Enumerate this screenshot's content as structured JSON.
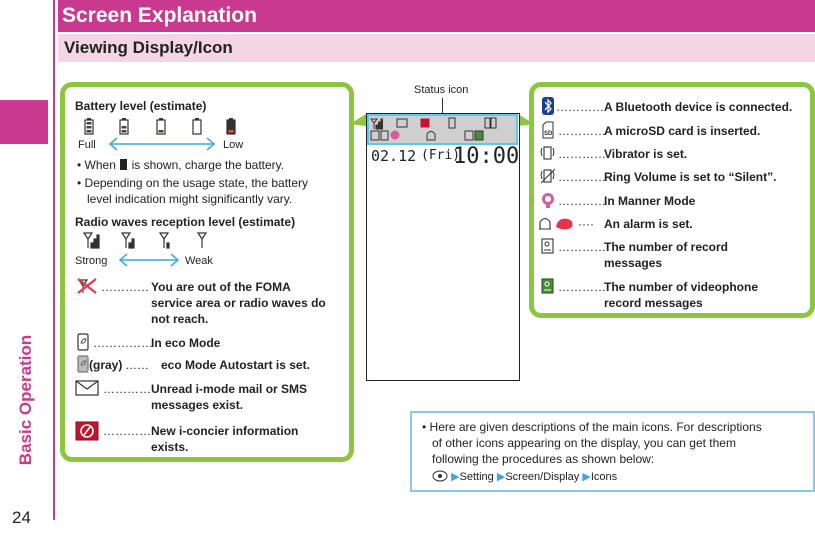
{
  "page": {
    "side_label": "Basic Operation",
    "page_number": "24",
    "title": "Screen Explanation",
    "subtitle": "Viewing Display/Icon"
  },
  "left_panel": {
    "battery": {
      "title": "Battery level (estimate)",
      "full_label": "Full",
      "low_label": "Low",
      "bullet1": "• When",
      "bullet1_rest": " is shown, charge the battery.",
      "bullet2_line1": "• Depending on the usage state, the battery",
      "bullet2_line2": "level indication might significantly vary."
    },
    "radio": {
      "title": "Radio waves reception level (estimate)",
      "strong_label": "Strong",
      "weak_label": "Weak"
    },
    "items": {
      "out_of_area_dots": "…………",
      "out_of_area_line1": "You are out of the FOMA",
      "out_of_area_line2": "service area or radio waves do",
      "out_of_area_line3": "not reach.",
      "eco_dots": "……………",
      "eco_text": "In eco Mode",
      "eco_gray_label": "(gray)",
      "eco_gray_dots": "……",
      "eco_gray_text": "eco Mode Autostart is set.",
      "mail_dots": "…………",
      "mail_line1": "Unread i-mode mail or SMS",
      "mail_line2": "messages exist.",
      "concier_dots": "…………",
      "concier_line1": "New i-concier information",
      "concier_line2": "exists."
    }
  },
  "phone": {
    "status_icon_label": "Status icon",
    "date": "02.12",
    "day": "(Fri)",
    "time": "10:00"
  },
  "right_panel": {
    "bluetooth_dots": "…………",
    "bluetooth_text": "A Bluetooth device is connected.",
    "microsd_dots": "…………",
    "microsd_text": "A microSD card is inserted.",
    "vibrator_dots": "…………",
    "vibrator_text": "Vibrator is set.",
    "silent_dots": "…………",
    "silent_text": "Ring Volume is set to “Silent”.",
    "manner_dots": "…………",
    "manner_text": "In Manner Mode",
    "alarm_dots": "····",
    "alarm_text": "An alarm is set.",
    "record_dots": "…………",
    "record_line1": "The number of record",
    "record_line2": "messages",
    "video_dots": "…………",
    "video_line1": "The number of videophone",
    "video_line2": "record messages"
  },
  "note": {
    "line1": "• Here are given descriptions of the main icons. For descriptions",
    "line2": "of other icons appearing on the display, you can get them",
    "line3": "following the procedures as shown below:",
    "path_setting": "Setting",
    "path_screen": "Screen/Display",
    "path_icons": "Icons"
  },
  "colors": {
    "magenta": "#c8398f",
    "light_magenta": "#f3d5e6",
    "green_border": "#8cc63f",
    "cyan": "#5bc8f0",
    "note_border": "#8cc5e8"
  }
}
